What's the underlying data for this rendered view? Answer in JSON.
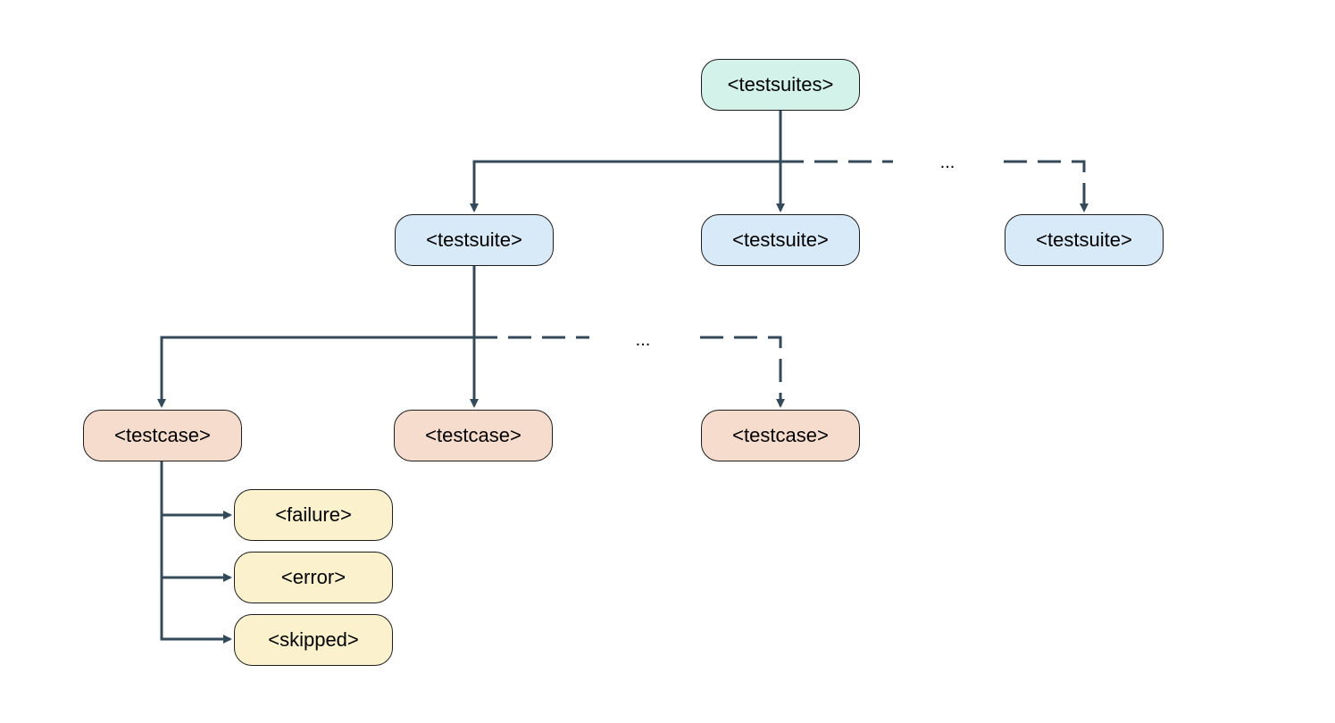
{
  "colors": {
    "root": "#d3f2ea",
    "suite": "#d8e9f7",
    "testcase": "#f5dccd",
    "result": "#fbf2cd",
    "connector": "#334a5a"
  },
  "nodes": {
    "root": "<testsuites>",
    "suites": [
      "<testsuite>",
      "<testsuite>",
      "<testsuite>"
    ],
    "testcases": [
      "<testcase>",
      "<testcase>",
      "<testcase>"
    ],
    "results": [
      "<failure>",
      "<error>",
      "<skipped>"
    ]
  },
  "ellipsis": {
    "suites": "...",
    "testcases": "..."
  }
}
